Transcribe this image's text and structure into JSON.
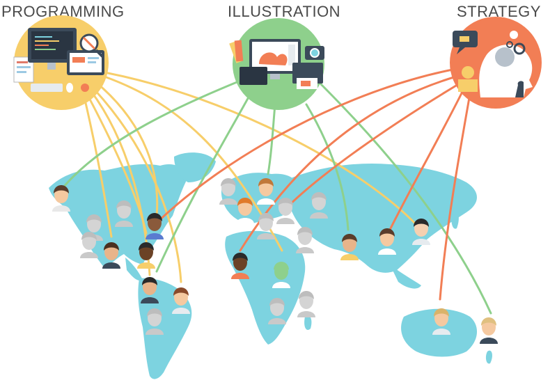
{
  "headings": {
    "programming": "PROGRAMMING",
    "illustration": "ILLUSTRATION",
    "strategy": "STRATEGY"
  },
  "colors": {
    "programming": "#F7CE6A",
    "illustration": "#8ED08C",
    "strategy": "#F27E55",
    "map": "#7DD3E0",
    "avatar_gray": "#cfcfcf"
  },
  "icons": {
    "programming": "computer-desk-icon",
    "illustration": "design-workstation-icon",
    "strategy": "thinking-head-icon"
  }
}
